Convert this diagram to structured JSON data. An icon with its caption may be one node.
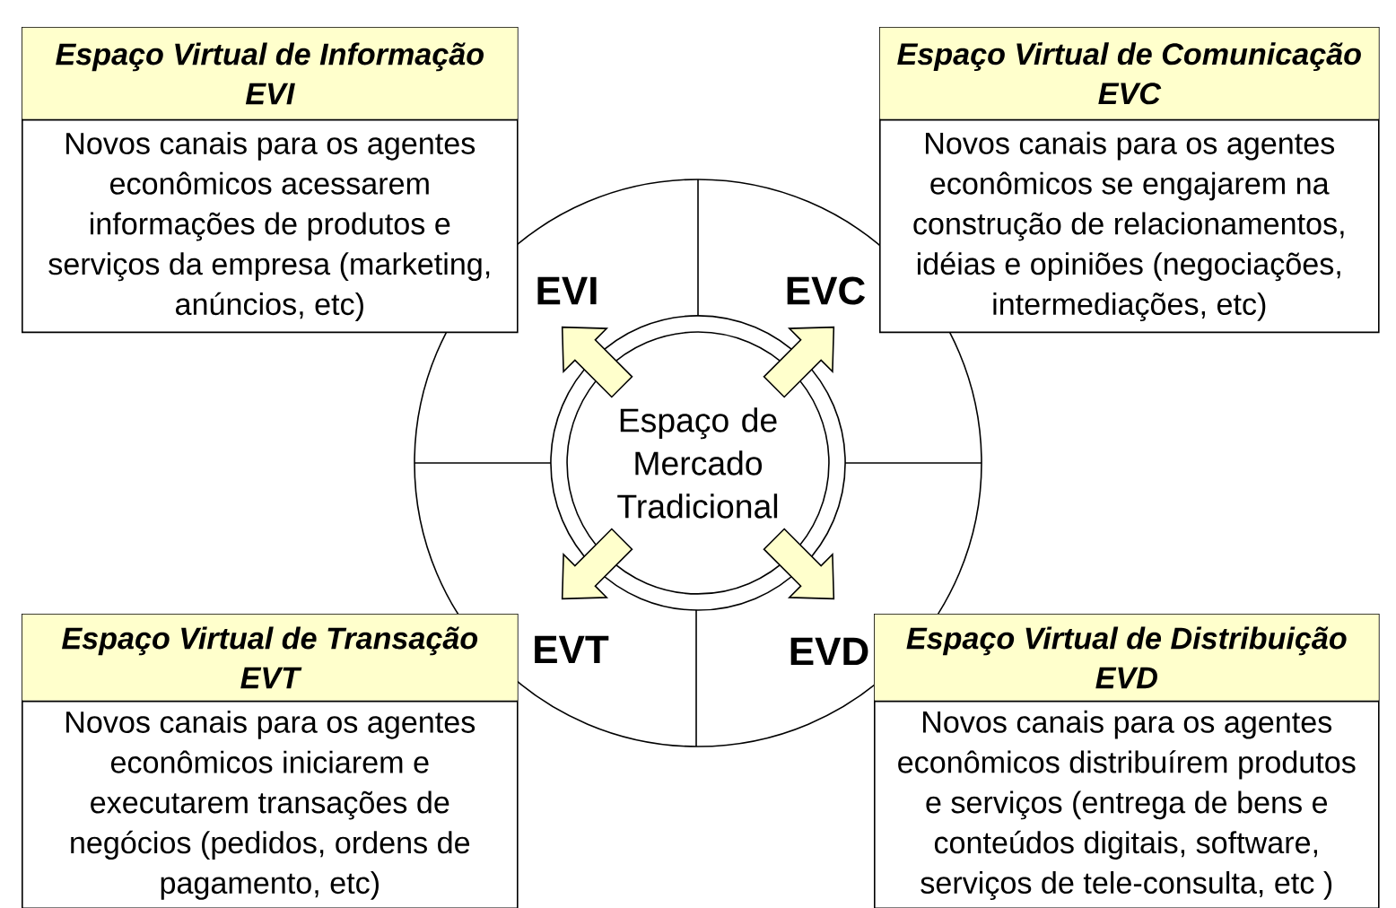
{
  "diagram": {
    "nodes": [
      {
        "text": [
          "Espaço Virtual de Informação EVI",
          "Novos canais para os agentes econômicos acessarem informações de produtos e serviços da empresa (marketing, anúncios, etc)"
        ]
      },
      {
        "text": [
          "Espaço Virtual de Comunicação EVC",
          "Novos canais para os agentes econômicos se engajarem na construção de relacionamentos, idéias e opiniões (negociações, intermediações, etc)"
        ]
      },
      {
        "text": [
          "EVI"
        ]
      },
      {
        "text": [
          "EVC"
        ]
      },
      {
        "text": [
          "Espaço de Mercado Tradicional"
        ]
      },
      {
        "text": [
          "EVT"
        ]
      },
      {
        "text": [
          "EVD"
        ]
      },
      {
        "text": [
          "Espaço Virtual de Transação EVT",
          "Novos canais para os agentes econômicos iniciarem e executarem transações de negócios (pedidos, ordens de pagamento, etc)"
        ]
      },
      {
        "text": [
          "Espaço Virtual de Distribuição EVD",
          "Novos canais para os agentes econômicos distribuírem produtos e serviços (entrega de bens e conteúdos digitais, software, serviços de tele-consulta, etc )"
        ]
      }
    ],
    "edges": [
      {
        "from": 4,
        "to": 2,
        "arrow": "to"
      },
      {
        "from": 4,
        "to": 3,
        "arrow": "to"
      },
      {
        "from": 4,
        "to": 5,
        "arrow": "to"
      },
      {
        "from": 4,
        "to": 6,
        "arrow": "to"
      }
    ]
  }
}
